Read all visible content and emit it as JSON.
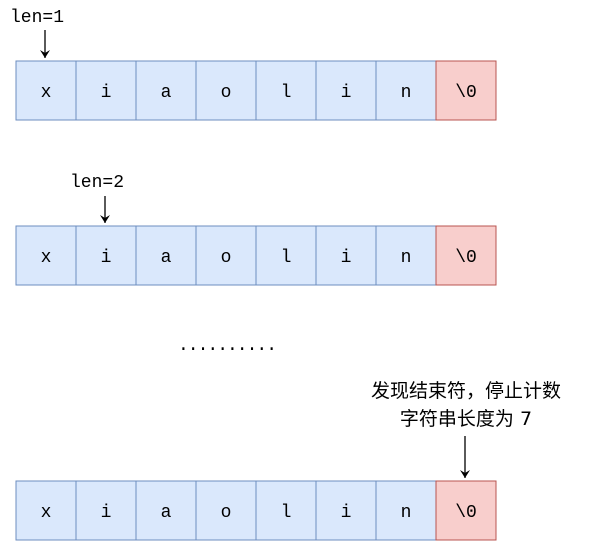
{
  "chars": [
    "x",
    "i",
    "a",
    "o",
    "l",
    "i",
    "n",
    "\\0"
  ],
  "labels": {
    "step1": "len=1",
    "step2": "len=2"
  },
  "ellipsis": "..........",
  "note": {
    "line1": "发现结束符，停止计数",
    "line2": "字符串长度为 7"
  },
  "colors": {
    "cell_fill": "#dae8fc",
    "cell_stroke": "#6c8ebf",
    "terminator_fill": "#f8cecc",
    "terminator_stroke": "#b85450"
  }
}
